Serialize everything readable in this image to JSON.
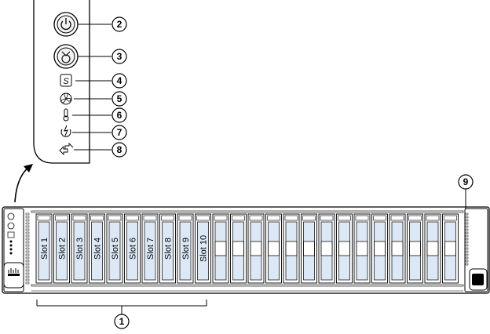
{
  "callouts": {
    "c1": "1",
    "c2": "2",
    "c3": "3",
    "c4": "4",
    "c5": "5",
    "c6": "6",
    "c7": "7",
    "c8": "8",
    "c9": "9"
  },
  "panel_icons": [
    "power-button-icon",
    "unit-id-button-icon",
    "system-health-led-icon",
    "fan-status-led-icon",
    "temperature-status-led-icon",
    "power-supply-status-led-icon",
    "network-activity-led-icon"
  ],
  "slots": {
    "total": 24,
    "labels": [
      "Slot 1",
      "Slot 2",
      "Slot 3",
      "Slot 4",
      "Slot 5",
      "Slot 6",
      "Slot 7",
      "Slot 8",
      "Slot 9",
      "Slot 10"
    ]
  },
  "colors": {
    "drive_fill": "#dce8f5",
    "line": "#000000",
    "background": "#ffffff"
  }
}
